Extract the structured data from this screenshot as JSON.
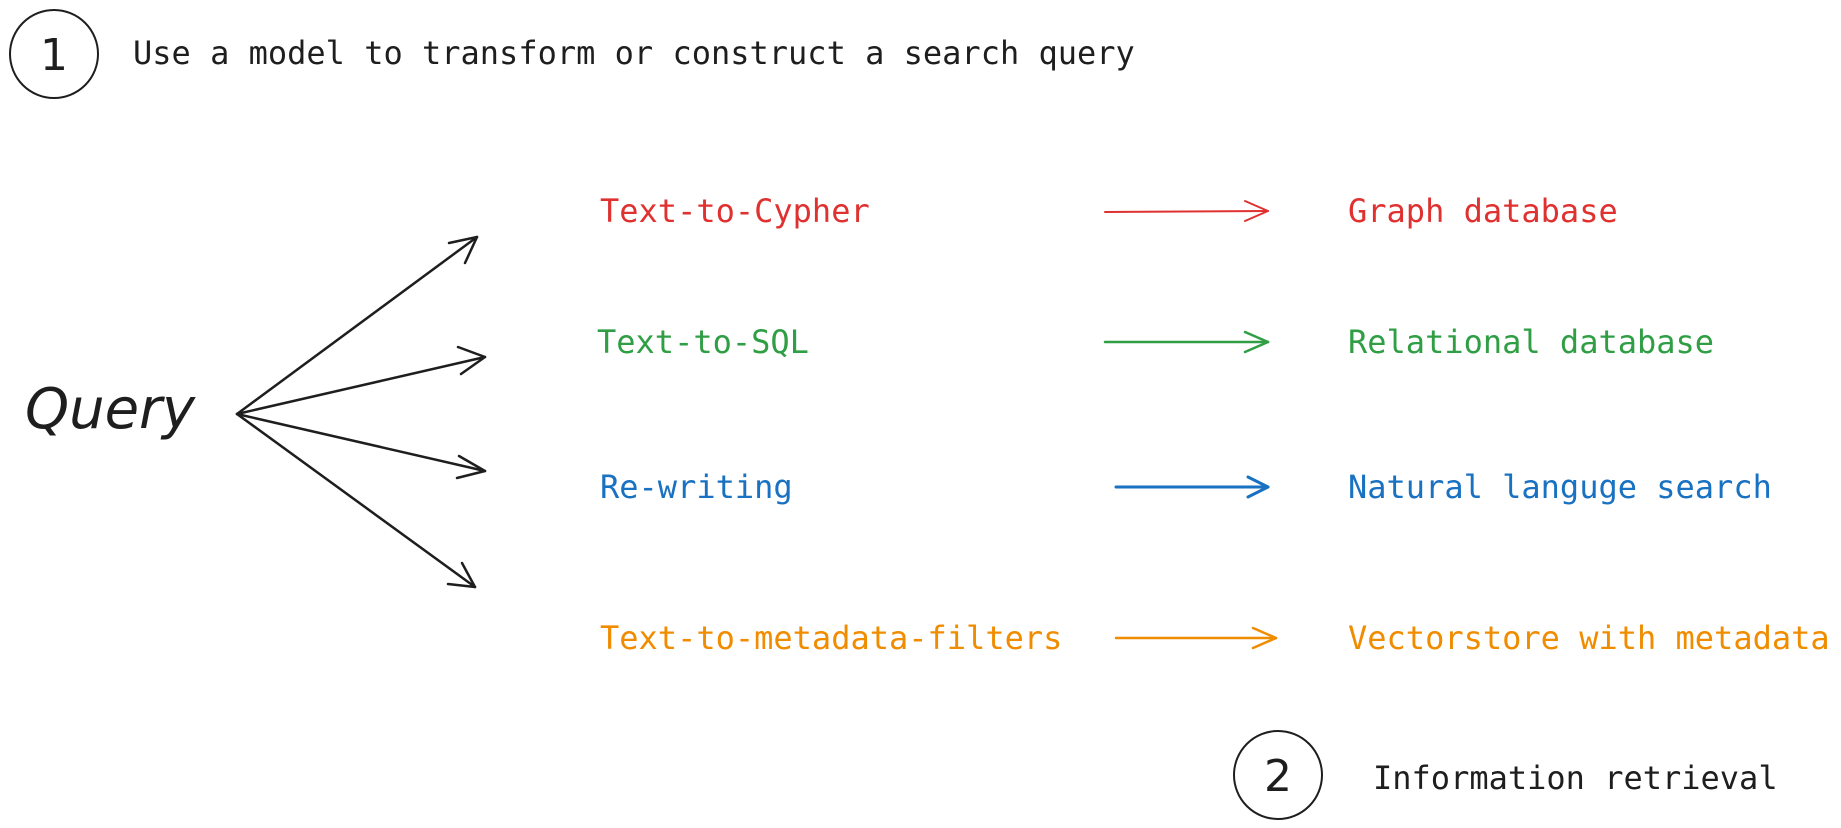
{
  "step1": {
    "number": "1",
    "title": "Use a model to transform or construct a search query"
  },
  "query_label": "Query",
  "routes": [
    {
      "method": "Text-to-Cypher",
      "target": "Graph database",
      "color": "#e03131"
    },
    {
      "method": "Text-to-SQL",
      "target": "Relational database",
      "color": "#2f9e44"
    },
    {
      "method": "Re-writing",
      "target": "Natural languge search",
      "color": "#1971c2"
    },
    {
      "method": "Text-to-metadata-filters",
      "target": "Vectorstore with metadata",
      "color": "#f08c00"
    }
  ],
  "step2": {
    "number": "2",
    "title": "Information retrieval"
  }
}
